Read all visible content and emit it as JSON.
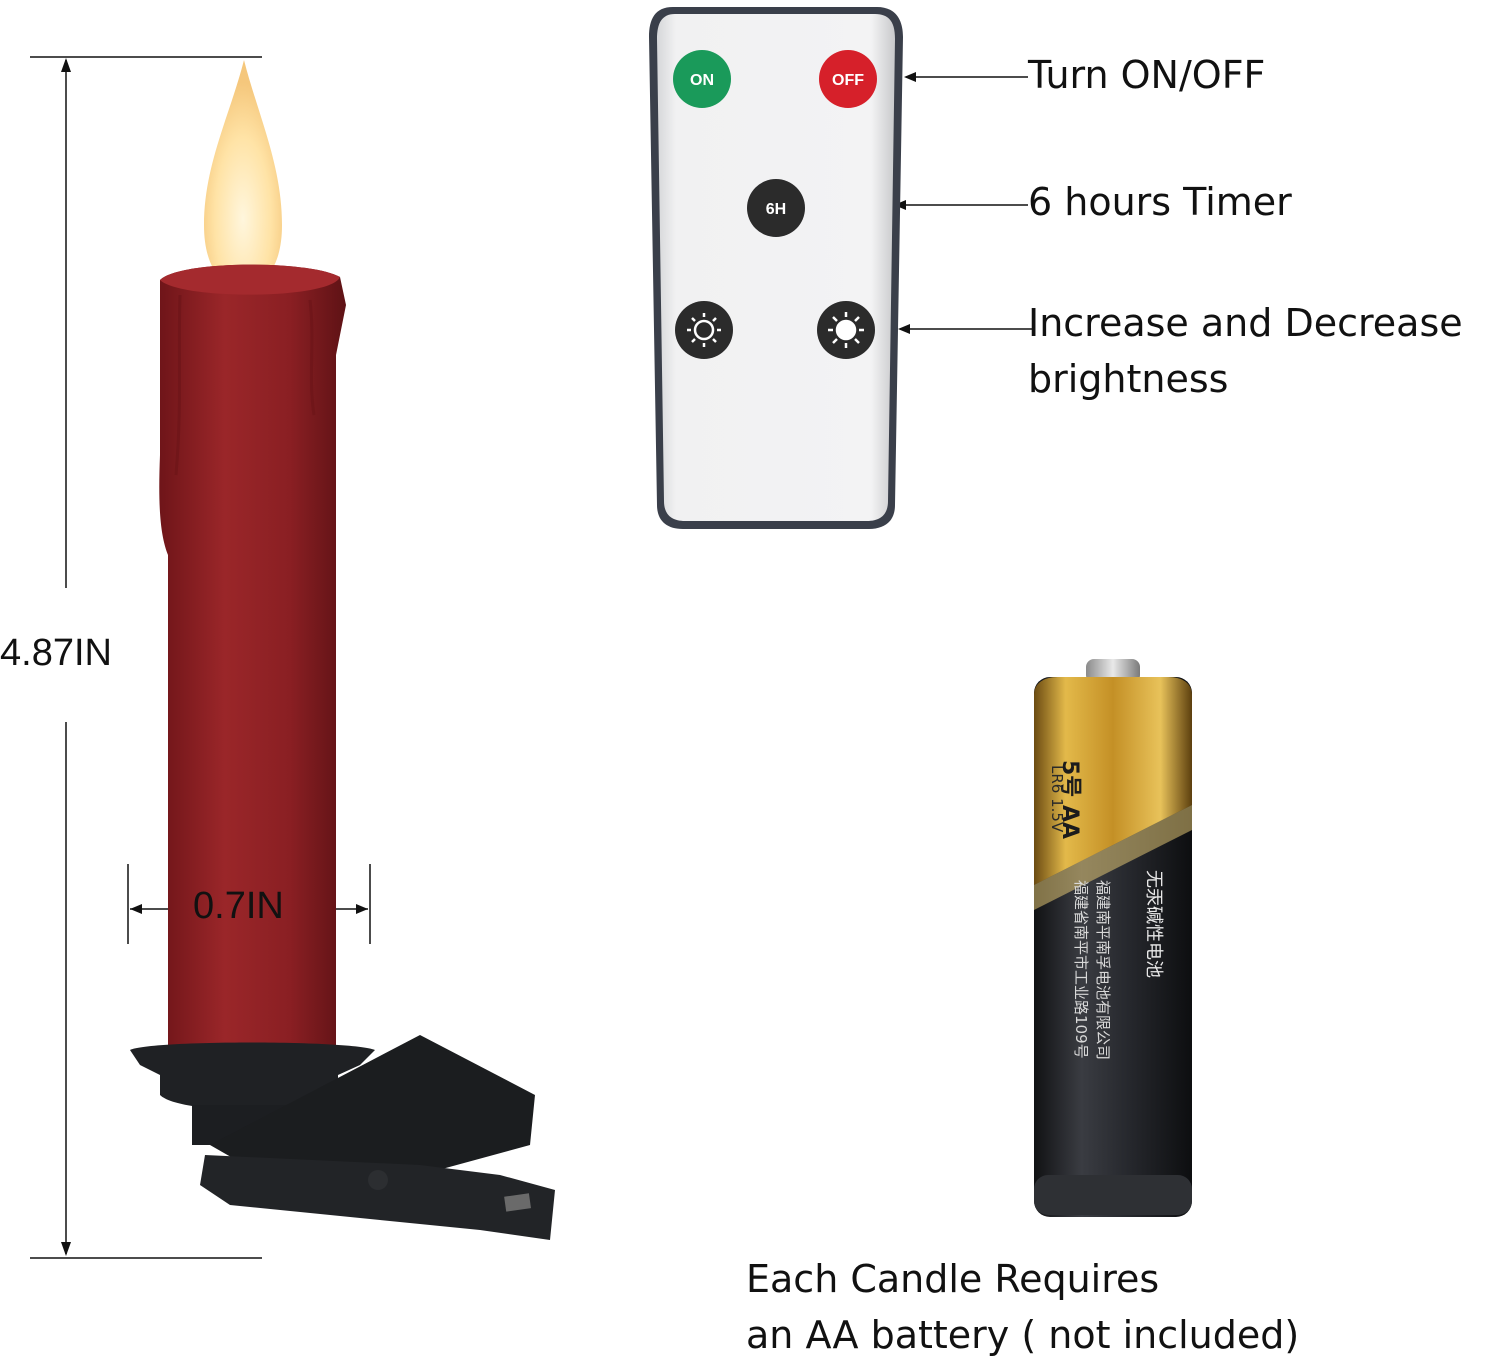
{
  "dimensions": {
    "height_label": "4.87IN",
    "width_label": "0.7IN"
  },
  "remote": {
    "buttons": {
      "on": "ON",
      "off": "OFF",
      "timer": "6H"
    },
    "colors": {
      "on": "#1a9a5a",
      "off": "#d6202a",
      "timer": "#2b2b2b",
      "brightness": "#2b2b2b"
    },
    "annotations": {
      "power": "Turn ON/OFF",
      "timer": "6 hours Timer",
      "brightness_line1": "Increase and Decrease",
      "brightness_line2": "brightness"
    }
  },
  "battery": {
    "print_size": "5号 AA",
    "print_spec": "LR6 1.5V",
    "print_type": "无汞碱性电池",
    "print_maker": "福建南平南孚电池有限公司",
    "print_address": "福建省南平市工业路109号"
  },
  "caption": {
    "line1": "Each Candle Requires",
    "line2": "an AA battery ( not included)"
  },
  "colors": {
    "candle": "#8e1f24",
    "flame": "#ffe6b0",
    "clip": "#1b1d1f",
    "battery_gold": "#c79a2c",
    "battery_dark": "#24262b"
  }
}
